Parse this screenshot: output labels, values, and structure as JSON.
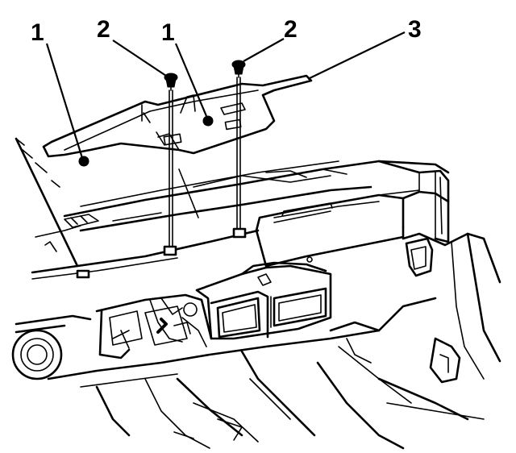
{
  "callouts": [
    {
      "id": "nut-left",
      "label": "1"
    },
    {
      "id": "screw-left",
      "label": "2"
    },
    {
      "id": "nut-right",
      "label": "1"
    },
    {
      "id": "screw-right",
      "label": "2"
    },
    {
      "id": "panel",
      "label": "3"
    }
  ],
  "colors": {
    "ink": "#000000",
    "paper": "#ffffff"
  }
}
